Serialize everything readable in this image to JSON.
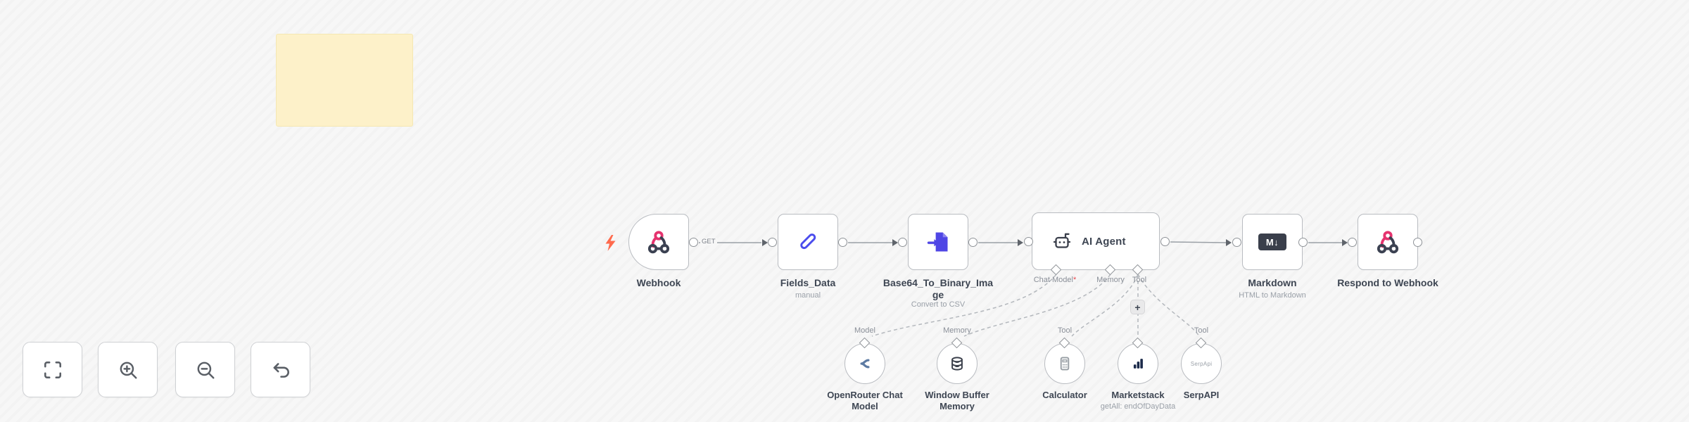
{
  "colors": {
    "canvas": "#f7f7f7",
    "sticky_note": "#fdf1c9",
    "webhook_pink": "#e5336e",
    "node_dark": "#3b4151",
    "fields_blue": "#4b4ded",
    "file_indigo": "#4f46e5",
    "bolt_orange": "#ff6a4d",
    "marketstack_navy": "#1b2a4a",
    "openrouter_blue": "#5d7ba3"
  },
  "workflow": {
    "nodes": {
      "webhook": {
        "label": "Webhook",
        "method": "GET"
      },
      "fields_data": {
        "label": "Fields_Data",
        "subtitle": "manual"
      },
      "base64": {
        "label": "Base64_To_Binary_Image",
        "subtitle": "Convert to CSV"
      },
      "ai_agent": {
        "label": "AI Agent",
        "connectors": {
          "chat_model": {
            "label": "Chat Model",
            "required": "*"
          },
          "memory": {
            "label": "Memory"
          },
          "tool": {
            "label": "Tool"
          }
        }
      },
      "markdown": {
        "label": "Markdown",
        "subtitle": "HTML to Markdown"
      },
      "respond_webhook": {
        "label": "Respond to Webhook"
      }
    },
    "sub_nodes": {
      "openrouter": {
        "label": "OpenRouter Chat Model",
        "connector_label": "Model"
      },
      "window_buffer_memory": {
        "label": "Window Buffer Memory",
        "connector_label": "Memory"
      },
      "calculator": {
        "label": "Calculator",
        "connector_label": "Tool"
      },
      "marketstack": {
        "label": "Marketstack",
        "subtitle": "getAll: endOfDayData"
      },
      "serpapi": {
        "label": "SerpAPI",
        "connector_label": "Tool",
        "logo_text": "SerpApi"
      }
    },
    "add_tool_label": "+"
  },
  "icons": {
    "markdown_badge": "M↓"
  }
}
